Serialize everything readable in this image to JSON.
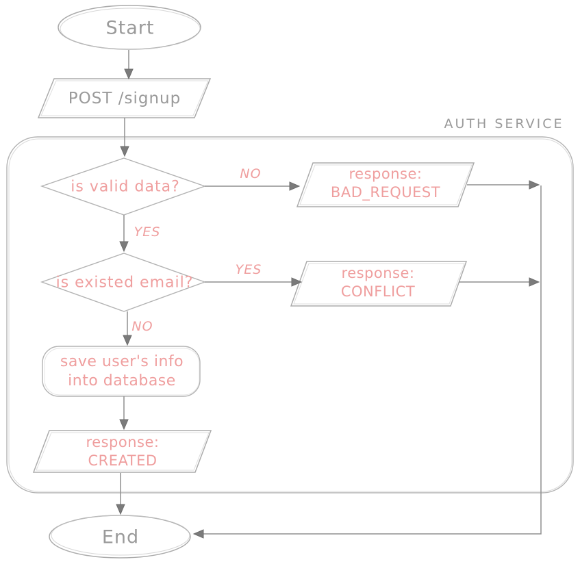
{
  "diagram": {
    "frame": {
      "label": "AUTH SERVICE"
    },
    "nodes": {
      "start": {
        "type": "ellipse",
        "label": "Start"
      },
      "post_signup": {
        "type": "parallelogram",
        "label": "POST /signup"
      },
      "is_valid": {
        "type": "diamond",
        "label": "is valid data?"
      },
      "bad_request": {
        "type": "parallelogram",
        "line1": "response:",
        "line2": "BAD_REQUEST"
      },
      "is_existed": {
        "type": "diamond",
        "label": "is existed email?"
      },
      "conflict": {
        "type": "parallelogram",
        "line1": "response:",
        "line2": "CONFLICT"
      },
      "save_user": {
        "type": "rounded-rect",
        "line1": "save user's info",
        "line2": "into database"
      },
      "created": {
        "type": "parallelogram",
        "line1": "response:",
        "line2": "CREATED"
      },
      "end": {
        "type": "ellipse",
        "label": "End"
      }
    },
    "edge_labels": {
      "valid_no": "NO",
      "valid_yes": "YES",
      "email_yes": "YES",
      "email_no": "NO"
    },
    "colors": {
      "shape_stroke": "#ababab",
      "arrow_line": "#8f8f8f",
      "arrow_head": "#7b7b7b",
      "gray_text": "#9a9a9a",
      "red_text": "#ef9e9e"
    }
  }
}
